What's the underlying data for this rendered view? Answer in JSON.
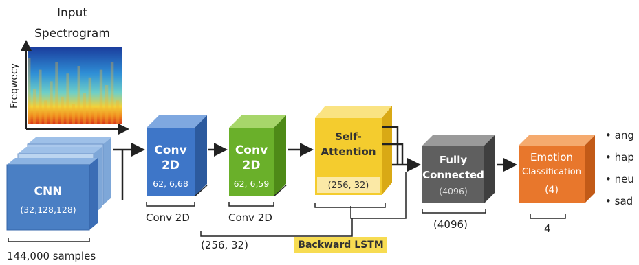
{
  "input": {
    "title_line1": "Input",
    "title_line2": "Spectrogram",
    "y_axis_label": "Freqwecy"
  },
  "blocks": {
    "cnn": {
      "title": "CNN",
      "dims": "(32,128,128)",
      "color": "#4a7fc4"
    },
    "conv1": {
      "title_line1": "Conv",
      "title_line2": "2D",
      "dims": "62, 6,68",
      "color": "#3e76c8"
    },
    "conv2": {
      "title_line1": "Conv",
      "title_line2": "2D",
      "dims": "62, 6,59",
      "color": "#6ab02a"
    },
    "attention": {
      "title_line1": "Self-",
      "title_line2": "Attention",
      "dims": "(256, 32)",
      "color": "#f4cc2e"
    },
    "fc": {
      "title_line1": "Fully",
      "title_line2": "Connected",
      "dims": "(4096)",
      "color": "#5f5f5f"
    },
    "emotion": {
      "title_line1": "Emotion",
      "title_line2": "Classification",
      "dims": "(4)",
      "color": "#e8772c"
    }
  },
  "captions": {
    "samples": "144,000 samples",
    "conv1": "Conv 2D",
    "conv2": "Conv 2D",
    "lstm_dims": "(256, 32)",
    "fc_dims": "(4096)",
    "emotion_dims": "4",
    "lstm_badge": "Backward LSTM"
  },
  "outputs": [
    "ang",
    "hap",
    "neu",
    "sad"
  ]
}
